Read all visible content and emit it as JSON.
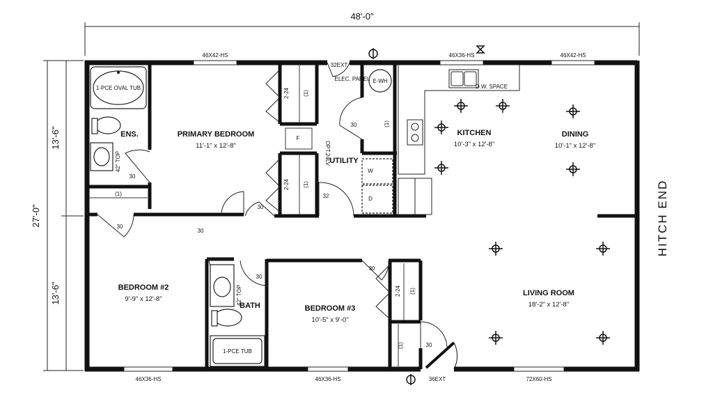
{
  "dimensions": {
    "overall_width": "48'-0\"",
    "overall_depth": "27'-0\"",
    "upper_depth": "13'-6\"",
    "lower_depth": "13'-6\""
  },
  "hitch_label": "HITCH END",
  "rooms": {
    "primary_bedroom": {
      "name": "PRIMARY BEDROOM",
      "size": "11'-1\" x 12'-8\""
    },
    "kitchen": {
      "name": "KITCHEN",
      "size": "10'-3\" x 12'-8\""
    },
    "dining": {
      "name": "DINING",
      "size": "10'-1\" x 12'-8\""
    },
    "utility": {
      "name": "UTILITY"
    },
    "ensuite": {
      "name": "ENS."
    },
    "bedroom2": {
      "name": "BEDROOM #2",
      "size": "9'-9\" x 12'-8\""
    },
    "bedroom3": {
      "name": "BEDROOM #3",
      "size": "10'-5\" x 9'-0\""
    },
    "bath": {
      "name": "BATH"
    },
    "living_room": {
      "name": "LIVING ROOM",
      "size": "18'-2\" x 12'-8\""
    }
  },
  "windows": {
    "primary_top": "46X42-HS",
    "kitchen_top": "46X36-HS",
    "dining_top": "46X42-HS",
    "bedroom2_bottom": "46X36-HS",
    "bedroom3_bottom": "46X36-HS",
    "living_bottom": "72X60-HS"
  },
  "doors": {
    "rear_ext": "32EXT",
    "front_ext": "36EXT",
    "door_30": "30",
    "door_32": "32"
  },
  "closets": {
    "bifold": "2-24",
    "shelf": "(1)",
    "linen_f": "F"
  },
  "fixtures": {
    "oval_tub": "1-PCE OVAL TUB",
    "tub": "1-PCE TUB",
    "vanity_top": "42\" TOP",
    "elec_panel": "ELEC. PANEL",
    "water_heater": "E-WH",
    "dw_space": "D.W. SPACE",
    "washer": "W",
    "dryer": "D",
    "opt_24lv": "OPT.24LV"
  }
}
